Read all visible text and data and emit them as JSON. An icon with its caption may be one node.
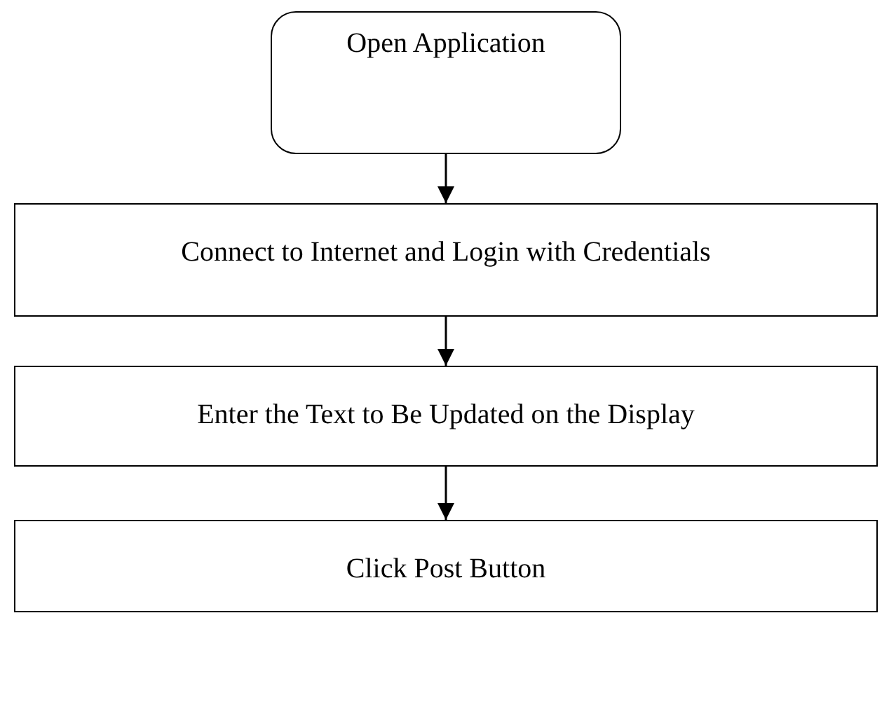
{
  "diagram": {
    "nodes": [
      {
        "text": [
          "Open Application"
        ]
      },
      {
        "text": [
          "Connect to Internet and Login with Credentials"
        ]
      },
      {
        "text": [
          "Enter the Text to Be Updated on the Display"
        ]
      },
      {
        "text": [
          "Click Post Button"
        ]
      }
    ],
    "edges": [
      {
        "from": 0,
        "to": 1,
        "arrow": "to"
      },
      {
        "from": 1,
        "to": 2,
        "arrow": "to"
      },
      {
        "from": 2,
        "to": 3,
        "arrow": "to"
      }
    ]
  }
}
